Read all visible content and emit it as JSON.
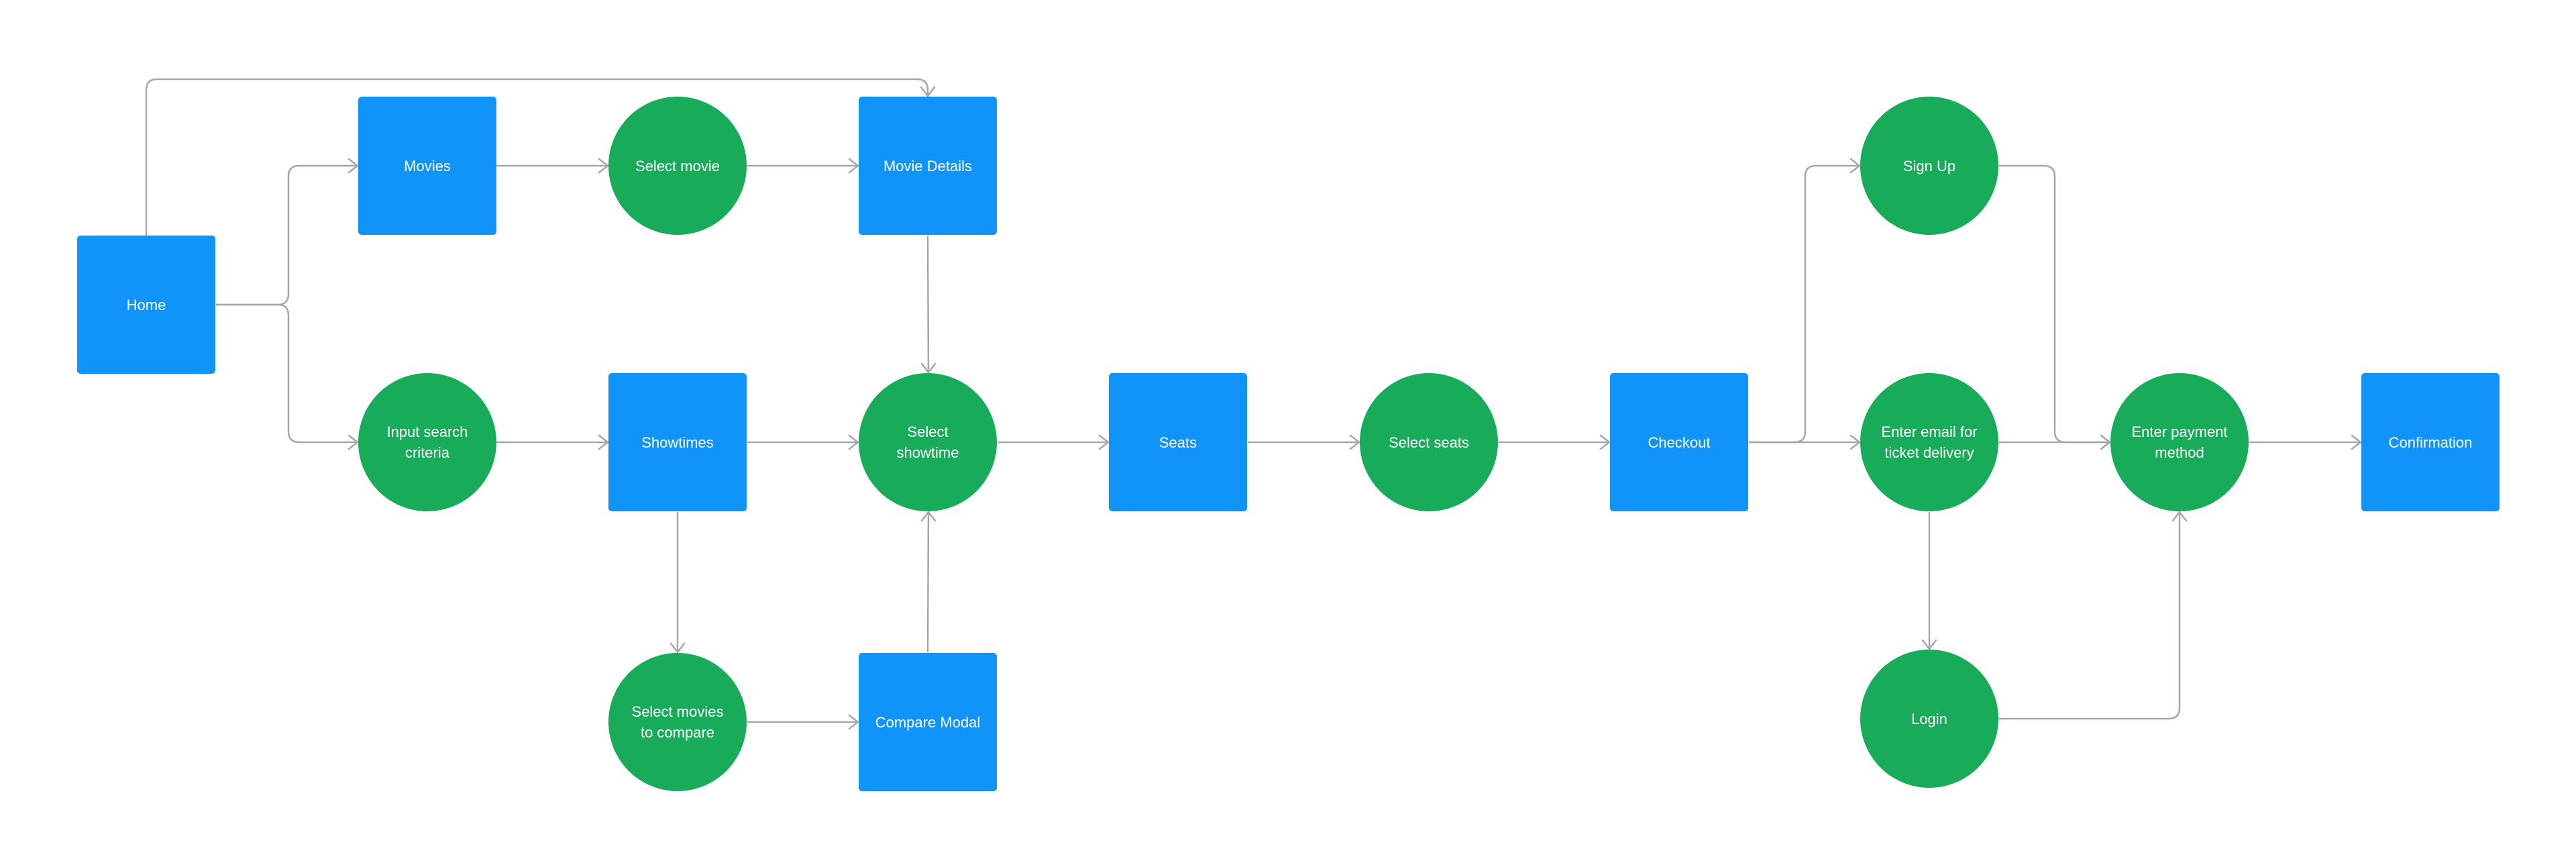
{
  "diagram": {
    "type": "user-flow",
    "colors": {
      "screen": "#1094f9",
      "action": "#17ab5a",
      "connector": "#a7a7a7",
      "background": "#ffffff"
    },
    "nodes": [
      {
        "id": "home",
        "kind": "screen",
        "label": "Home"
      },
      {
        "id": "movies",
        "kind": "screen",
        "label": "Movies"
      },
      {
        "id": "select-movie",
        "kind": "action",
        "label": "Select movie"
      },
      {
        "id": "movie-details",
        "kind": "screen",
        "label": "Movie Details"
      },
      {
        "id": "input-search-criteria",
        "kind": "action",
        "label": "Input search\ncriteria"
      },
      {
        "id": "showtimes",
        "kind": "screen",
        "label": "Showtimes"
      },
      {
        "id": "select-showtime",
        "kind": "action",
        "label": "Select\nshowtime"
      },
      {
        "id": "seats",
        "kind": "screen",
        "label": "Seats"
      },
      {
        "id": "select-seats",
        "kind": "action",
        "label": "Select seats"
      },
      {
        "id": "checkout",
        "kind": "screen",
        "label": "Checkout"
      },
      {
        "id": "sign-up",
        "kind": "action",
        "label": "Sign Up"
      },
      {
        "id": "enter-email",
        "kind": "action",
        "label": "Enter email for\nticket delivery"
      },
      {
        "id": "login",
        "kind": "action",
        "label": "Login"
      },
      {
        "id": "enter-payment",
        "kind": "action",
        "label": "Enter payment\nmethod"
      },
      {
        "id": "confirmation",
        "kind": "screen",
        "label": "Confirmation"
      },
      {
        "id": "select-movies-compare",
        "kind": "action",
        "label": "Select movies\nto compare"
      },
      {
        "id": "compare-modal",
        "kind": "screen",
        "label": "Compare Modal"
      }
    ],
    "edges": [
      {
        "from": "home",
        "to": "movie-details"
      },
      {
        "from": "home",
        "to": "movies"
      },
      {
        "from": "home",
        "to": "input-search-criteria"
      },
      {
        "from": "movies",
        "to": "select-movie"
      },
      {
        "from": "select-movie",
        "to": "movie-details"
      },
      {
        "from": "movie-details",
        "to": "select-showtime"
      },
      {
        "from": "input-search-criteria",
        "to": "showtimes"
      },
      {
        "from": "showtimes",
        "to": "select-showtime"
      },
      {
        "from": "showtimes",
        "to": "select-movies-compare"
      },
      {
        "from": "select-movies-compare",
        "to": "compare-modal"
      },
      {
        "from": "compare-modal",
        "to": "select-showtime"
      },
      {
        "from": "select-showtime",
        "to": "seats"
      },
      {
        "from": "seats",
        "to": "select-seats"
      },
      {
        "from": "select-seats",
        "to": "checkout"
      },
      {
        "from": "checkout",
        "to": "sign-up"
      },
      {
        "from": "checkout",
        "to": "enter-email"
      },
      {
        "from": "sign-up",
        "to": "enter-payment"
      },
      {
        "from": "enter-email",
        "to": "enter-payment"
      },
      {
        "from": "enter-email",
        "to": "login"
      },
      {
        "from": "login",
        "to": "enter-payment"
      },
      {
        "from": "enter-payment",
        "to": "confirmation"
      }
    ]
  }
}
